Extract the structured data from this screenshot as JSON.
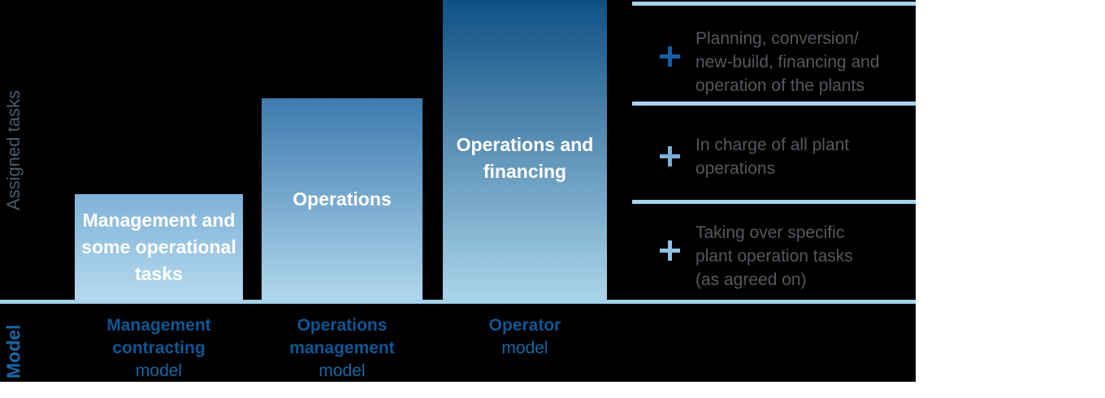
{
  "axes": {
    "y_label": "Assigned tasks",
    "x_label": "Model"
  },
  "bars": [
    {
      "task_lines": [
        "Management and",
        "some operational",
        "tasks"
      ],
      "model_line1": "Management",
      "model_line2": "contracting",
      "model_line3": "model",
      "height_pct": 35
    },
    {
      "task_lines": [
        "Operations"
      ],
      "model_line1": "Operations",
      "model_line2": "management",
      "model_line3": "model",
      "height_pct": 67
    },
    {
      "task_lines": [
        "Operations and",
        "financing"
      ],
      "model_line1": "Operator",
      "model_line2": "model",
      "height_pct": 100
    }
  ],
  "notes": [
    {
      "lines": [
        "Planning, conversion/",
        "new-build, financing and",
        "operation of the plants"
      ]
    },
    {
      "lines": [
        "In charge of all plant",
        "operations"
      ]
    },
    {
      "lines": [
        "Taking over specific",
        "plant operation tasks",
        "(as agreed on)"
      ]
    }
  ],
  "colors": {
    "board_background": "#000000",
    "axis_line": "#a5d2ec",
    "bar1_gradient_top": "#7fb2d7",
    "bar1_gradient_bottom": "#b5d9ee",
    "bar2_gradient_top": "#3d7aaf",
    "bar2_gradient_bottom": "#b0d7ec",
    "bar3_gradient_top": "#0f5084",
    "bar3_gradient_bottom": "#abd4ea",
    "bar_text": "#ffffff",
    "model_label_bold": "#0d5695",
    "model_label_regular": "#1566a2",
    "y_axis_label": "#4c5b6a",
    "x_axis_label": "#1667a6",
    "note_text": "#54585e",
    "plus_icon_1": "#1560a5",
    "plus_icon_2": "#7cb1d7",
    "plus_icon_3": "#8ec2e2"
  },
  "chart_data": {
    "type": "bar",
    "title": "",
    "xlabel": "Model",
    "ylabel": "Assigned tasks",
    "categories": [
      "Management contracting model",
      "Operations management model",
      "Operator model"
    ],
    "values": [
      35,
      67,
      100
    ],
    "values_note": "conceptual relative bar heights in % of plot height; no numeric axis shown",
    "bar_labels": [
      "Management and some operational tasks",
      "Operations",
      "Operations and financing"
    ],
    "legend": "none",
    "grid": false,
    "annotations": [
      "+ Planning, conversion/ new-build, financing and operation of the plants",
      "+ In charge of all plant operations",
      "+ Taking over specific plant operation tasks (as agreed on)"
    ]
  }
}
